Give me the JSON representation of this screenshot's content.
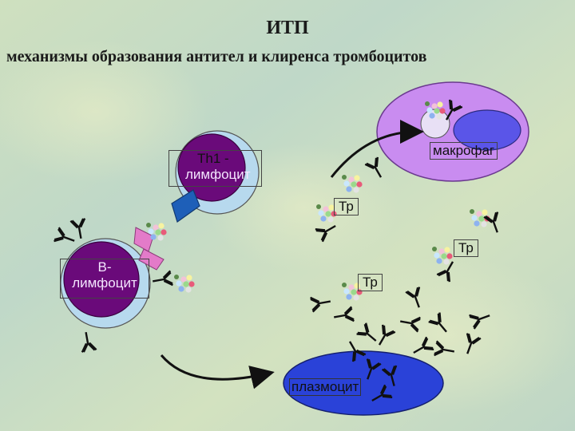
{
  "title": "ИТП",
  "subtitle": "механизмы образования антител и клиренса тромбоцитов",
  "labels": {
    "th1_line1": "Th1 -",
    "th1_line2": "лимфоцит",
    "b_line1": "В-",
    "b_line2": "лимфоцит",
    "macrophage": "макрофаг",
    "platelet": "Тр",
    "plasma_cell": "плазмоцит"
  },
  "colors": {
    "cell_outer": "#b7d9ee",
    "cell_nucleus": "#6a0a7a",
    "plasma_cell": "#2a42d8",
    "macrophage": "#c98cf0",
    "antibody": "#111111",
    "background": "#c7dcc0"
  }
}
